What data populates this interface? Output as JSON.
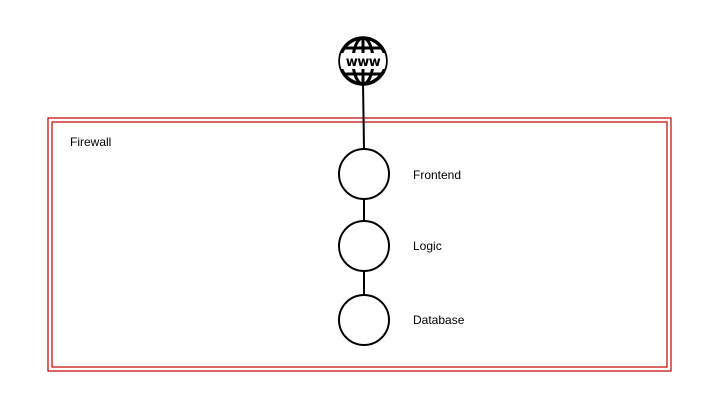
{
  "diagram": {
    "boundary": {
      "label": "Firewall",
      "border_color": "#c00000"
    },
    "internet_icon": {
      "icon": "www-globe-icon",
      "text": "www"
    },
    "tiers": [
      {
        "id": "frontend",
        "label": "Frontend"
      },
      {
        "id": "logic",
        "label": "Logic"
      },
      {
        "id": "database",
        "label": "Database"
      }
    ],
    "connections": [
      {
        "from": "internet",
        "to": "frontend"
      },
      {
        "from": "frontend",
        "to": "logic"
      },
      {
        "from": "logic",
        "to": "database"
      }
    ]
  }
}
